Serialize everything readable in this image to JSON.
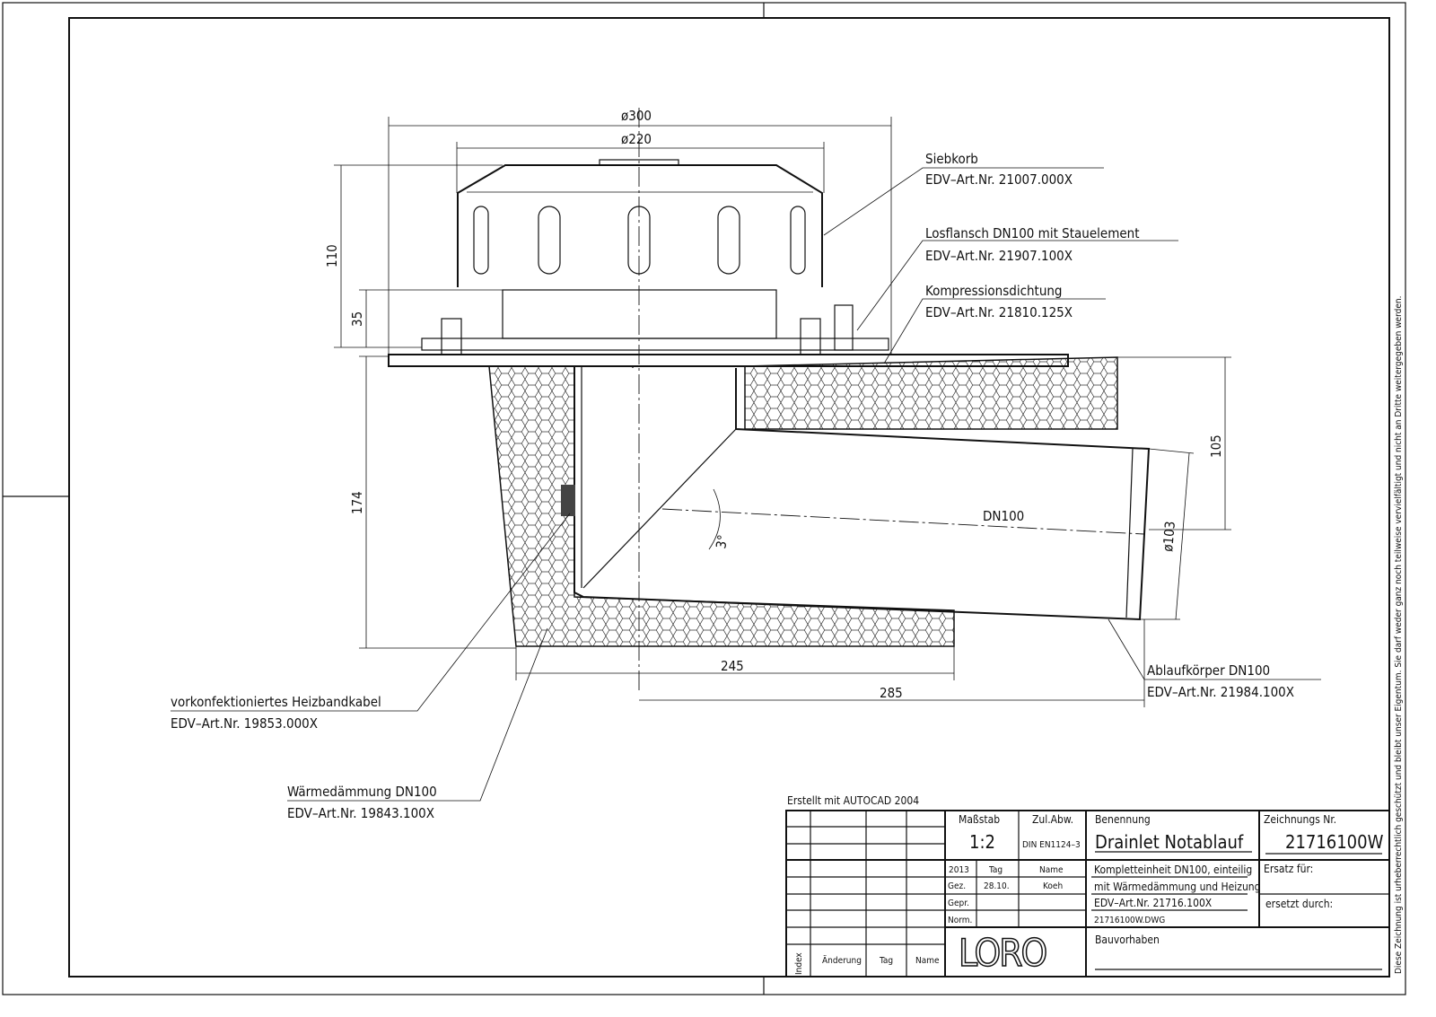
{
  "drawing": {
    "dimensions": {
      "d300": "ø300",
      "d220": "ø220",
      "h110": "110",
      "h35": "35",
      "h174": "174",
      "h105": "105",
      "d103": "ø103",
      "l245": "245",
      "l285": "285",
      "angle": "3°",
      "axis": "DN100"
    },
    "labels": [
      {
        "name": "Siebkorb",
        "art": "EDV–Art.Nr.  21007.000X"
      },
      {
        "name": "Losflansch  DN100  mit  Stauelement",
        "art": "EDV–Art.Nr.  21907.100X"
      },
      {
        "name": "Kompressionsdichtung",
        "art": "EDV–Art.Nr.  21810.125X"
      },
      {
        "name": "Ablaufkörper  DN100",
        "art": "EDV–Art.Nr.  21984.100X"
      },
      {
        "name": "vorkonfektioniertes  Heizbandkabel",
        "art": "EDV–Art.Nr.  19853.000X"
      },
      {
        "name": "Wärmedämmung  DN100",
        "art": "EDV–Art.Nr.  19843.100X"
      }
    ]
  },
  "created_with": "Erstellt  mit  AUTOCAD  2004",
  "copyright": "Diese Zeichnung ist urheberrechtlich geschützt und bleibt unser Eigentum. Sie darf weder ganz noch teilweise vervielfältigt und nicht an Dritte weitergegeben werden.",
  "title_block": {
    "revision_headers": {
      "index": "Index",
      "change": "Änderung",
      "day": "Tag",
      "name": "Name"
    },
    "scale_label": "Maßstab",
    "scale": "1:2",
    "tolerance_label": "Zul.Abw.",
    "tolerance": "DIN EN1124–3",
    "year": "2013",
    "day_label": "Tag",
    "name_label": "Name",
    "drawn_label": "Gez.",
    "drawn_date": "28.10.",
    "drawn_name": "Koeh",
    "checked_label": "Gepr.",
    "norm_label": "Norm.",
    "logo": "LORO",
    "designation_label": "Benennung",
    "designation": "Drainlet  Notablauf",
    "desc1": "Kompletteinheit DN100, einteilig",
    "desc2": "mit Wärmedämmung und Heizung",
    "desc3": "EDV–Art.Nr.  21716.100X",
    "file": "21716100W.DWG",
    "drawing_no_label": "Zeichnungs Nr.",
    "drawing_no": "21716100W",
    "replaces_label": "Ersatz  für:",
    "replaced_by_label": "ersetzt  durch:",
    "project_label": "Bauvorhaben"
  }
}
